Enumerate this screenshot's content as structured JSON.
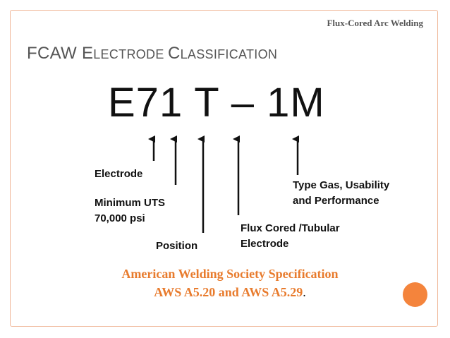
{
  "header": {
    "text": "Flux-Cored Arc Welding"
  },
  "title": {
    "prefix": "FCAW ",
    "word1_initial": "E",
    "word1_rest": "LECTRODE ",
    "word2_initial": "C",
    "word2_rest": "LASSIFICATION"
  },
  "classification_code": "E71 T – 1M",
  "labels": {
    "electrode": "Electrode",
    "min_uts_line1": "Minimum UTS",
    "min_uts_line2": "70,000 psi",
    "position": "Position",
    "flux_cored_line1": "Flux Cored /Tubular",
    "flux_cored_line2": "Electrode",
    "type_gas_line1": "Type Gas, Usability",
    "type_gas_line2": "and Performance"
  },
  "spec": {
    "line1": "American Welding Society Specification",
    "line2": "AWS A5.20 and AWS A5.29",
    "trailing": "."
  },
  "colors": {
    "accent": "#e87b2d",
    "frame_border": "#f0b89a",
    "dot": "#f4843c",
    "title_gray": "#555555"
  }
}
